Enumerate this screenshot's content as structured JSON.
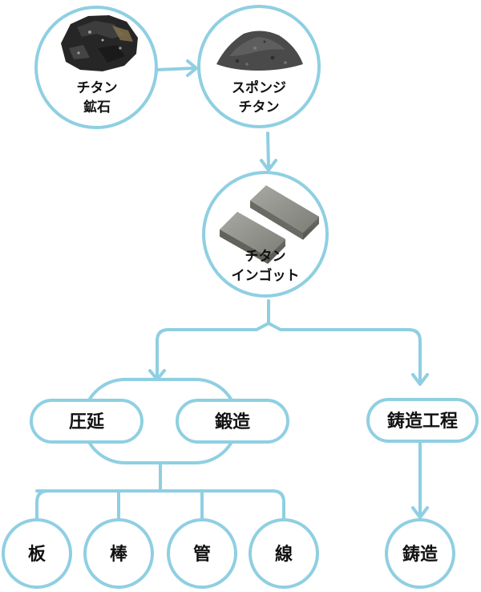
{
  "nodes": {
    "titanium_ore": {
      "line1": "チタン",
      "line2": "鉱石"
    },
    "sponge_titanium": {
      "line1": "スポンジ",
      "line2": "チタン"
    },
    "titanium_ingot": {
      "line1": "チタン",
      "line2": "インゴット"
    },
    "rolling": {
      "label": "圧延"
    },
    "forging": {
      "label": "鍛造"
    },
    "casting_process": {
      "label": "鋳造工程"
    },
    "plate": {
      "label": "板"
    },
    "bar": {
      "label": "棒"
    },
    "pipe": {
      "label": "管"
    },
    "wire": {
      "label": "線"
    },
    "casting": {
      "label": "鋳造"
    }
  },
  "colors": {
    "line": "#8fcfe2",
    "text": "#111111",
    "background": "#ffffff",
    "ore_rock": "#2b2b2b",
    "sponge": "#4a4a4a",
    "ingot": "#8c8c86"
  }
}
